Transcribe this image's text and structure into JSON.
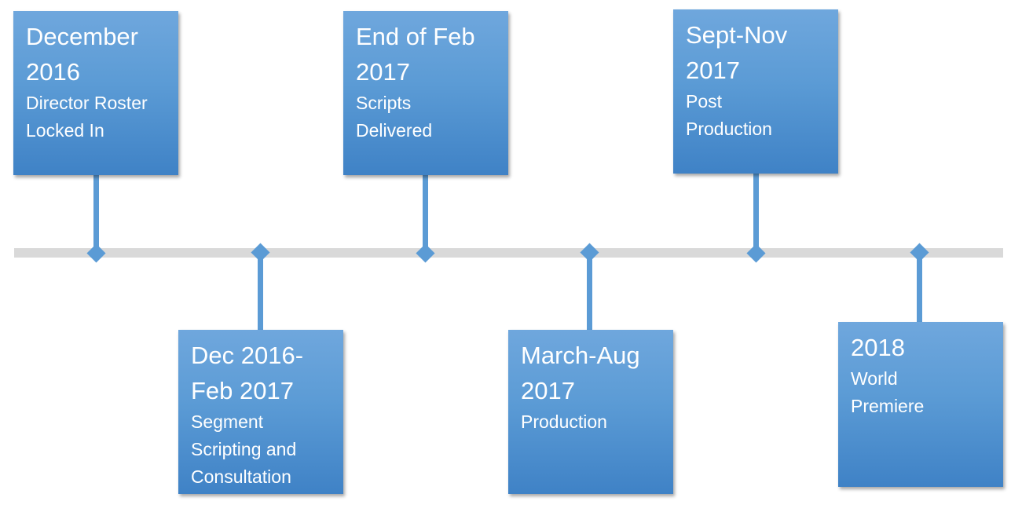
{
  "events": [
    {
      "date": "December\n2016",
      "title": "Director Roster\nLocked In"
    },
    {
      "date": "Dec 2016-\nFeb 2017",
      "title": "Segment\nScripting and\nConsultation"
    },
    {
      "date": "End of Feb\n2017",
      "title": "Scripts\nDelivered"
    },
    {
      "date": "March-Aug\n2017",
      "title": "Production"
    },
    {
      "date": "Sept-Nov\n2017",
      "title": "Post\nProduction"
    },
    {
      "date": "2018",
      "title": "World\nPremiere"
    }
  ],
  "colors": {
    "box": "#5b9bd5",
    "axis": "#d9d9d9",
    "text": "#ffffff"
  }
}
